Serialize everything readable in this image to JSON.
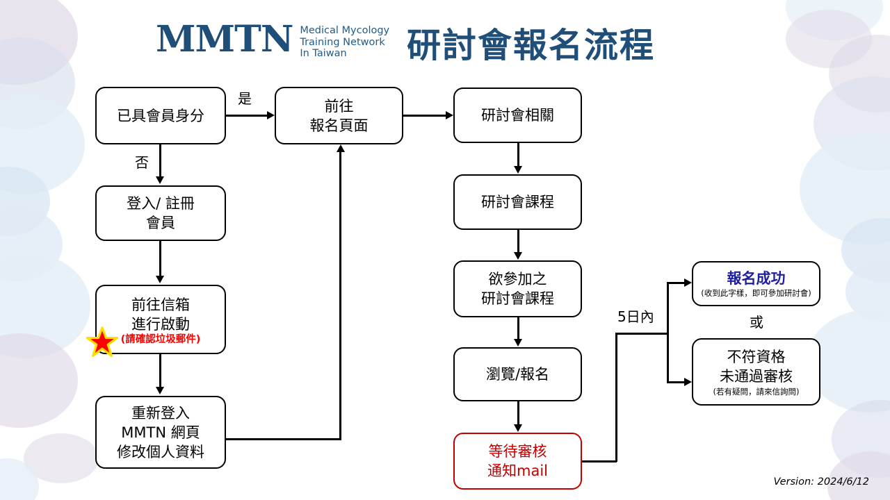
{
  "header": {
    "logo_mark": "MMTN",
    "logo_sub_lines": [
      "Medical Mycology",
      "Training Network",
      "In Taiwan"
    ],
    "title": "研討會報名流程",
    "brand_color": "#1F4E79"
  },
  "nodes": {
    "member_check": {
      "lines": [
        "已具會員身分"
      ]
    },
    "login_register": {
      "lines": [
        "登入/ 註冊",
        "會員"
      ]
    },
    "activate_mail": {
      "lines": [
        "前往信箱",
        "進行啟動"
      ],
      "note": "(請確認垃圾郵件)",
      "note_color": "#FF0000"
    },
    "relogin_profile": {
      "lines": [
        "重新登入",
        "MMTN 網頁",
        "修改個人資料"
      ]
    },
    "goto_signup_page": {
      "lines": [
        "前往",
        "報名頁面"
      ]
    },
    "seminar_related": {
      "lines": [
        "研討會相關"
      ]
    },
    "seminar_course": {
      "lines": [
        "研討會課程"
      ]
    },
    "desired_course": {
      "lines": [
        "欲參加之",
        "研討會課程"
      ]
    },
    "browse_signup": {
      "lines": [
        "瀏覽/報名"
      ]
    },
    "await_review": {
      "lines": [
        "等待審核",
        "通知mail"
      ],
      "color": "#C00000"
    },
    "success": {
      "title": "報名成功",
      "title_color": "#1F1F9F",
      "note": "(收到此字樣，即可參加研討會)"
    },
    "rejected": {
      "lines": [
        "不符資格",
        "未通過審核"
      ],
      "note": "(若有疑問，請來信詢問)"
    }
  },
  "edge_labels": {
    "yes": "是",
    "no": "否",
    "within_5_days": "5日內",
    "or": "或"
  },
  "icons": {
    "warning_star": "star-icon"
  },
  "footer": {
    "version": "Version: 2024/6/12"
  },
  "decor": {
    "lavender": "#C9BCD6",
    "blue": "#CFE0F0"
  }
}
